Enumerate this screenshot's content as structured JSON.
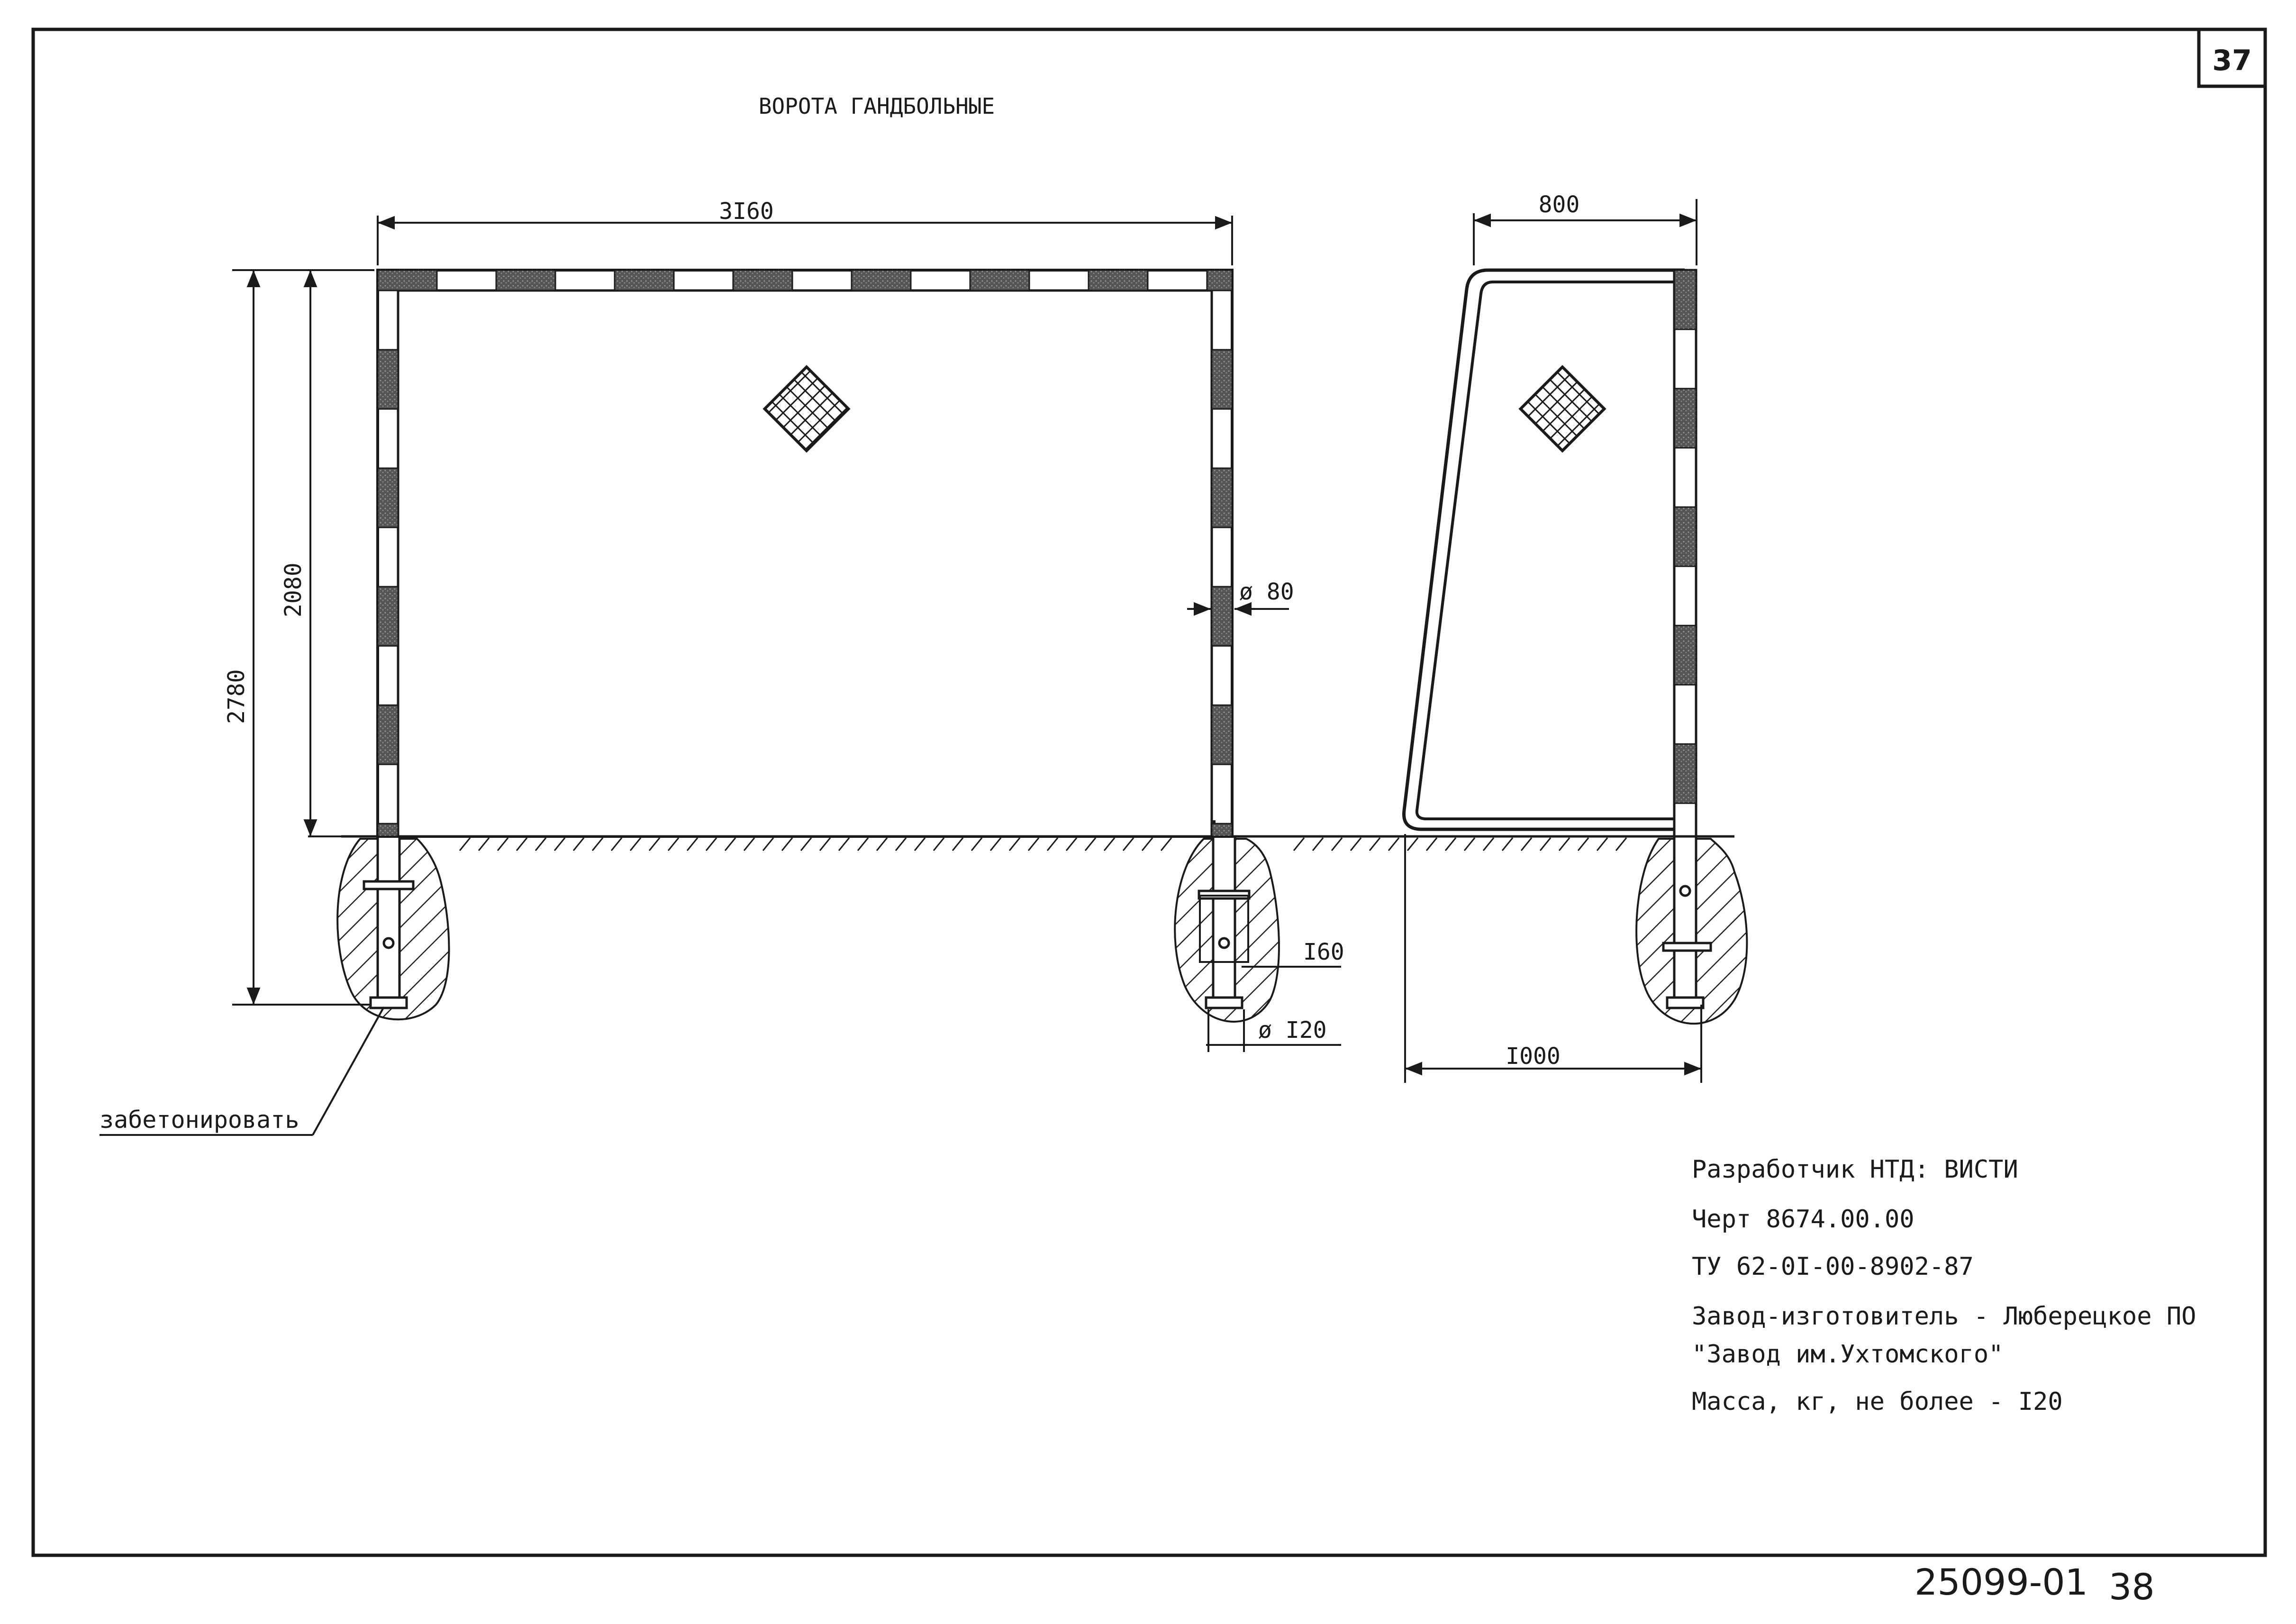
{
  "page": {
    "number": "37",
    "stamp": "25099-01",
    "stamp_page": "38"
  },
  "title": "ВОРОТА ГАНДБОЛЬНЫЕ",
  "dimensions": {
    "width": "3I60",
    "depth_top": "800",
    "depth_bottom": "I000",
    "total_height": "2780",
    "height": "2080",
    "post_diameter": "ø 80",
    "embed_depth": "I60",
    "base_diameter": "ø I20"
  },
  "note": "забетонировать",
  "info": {
    "developer": "Разработчик НТД: ВИСТИ",
    "drawing": "Черт  8674.00.00",
    "spec": "ТУ 62-0I-00-8902-87",
    "maker_line1": "Завод-изготовитель -  Люберецкое ПО",
    "maker_line2": "\"Завод им.Ухтомского\"",
    "mass": "Масса, кг, не более - I20"
  }
}
